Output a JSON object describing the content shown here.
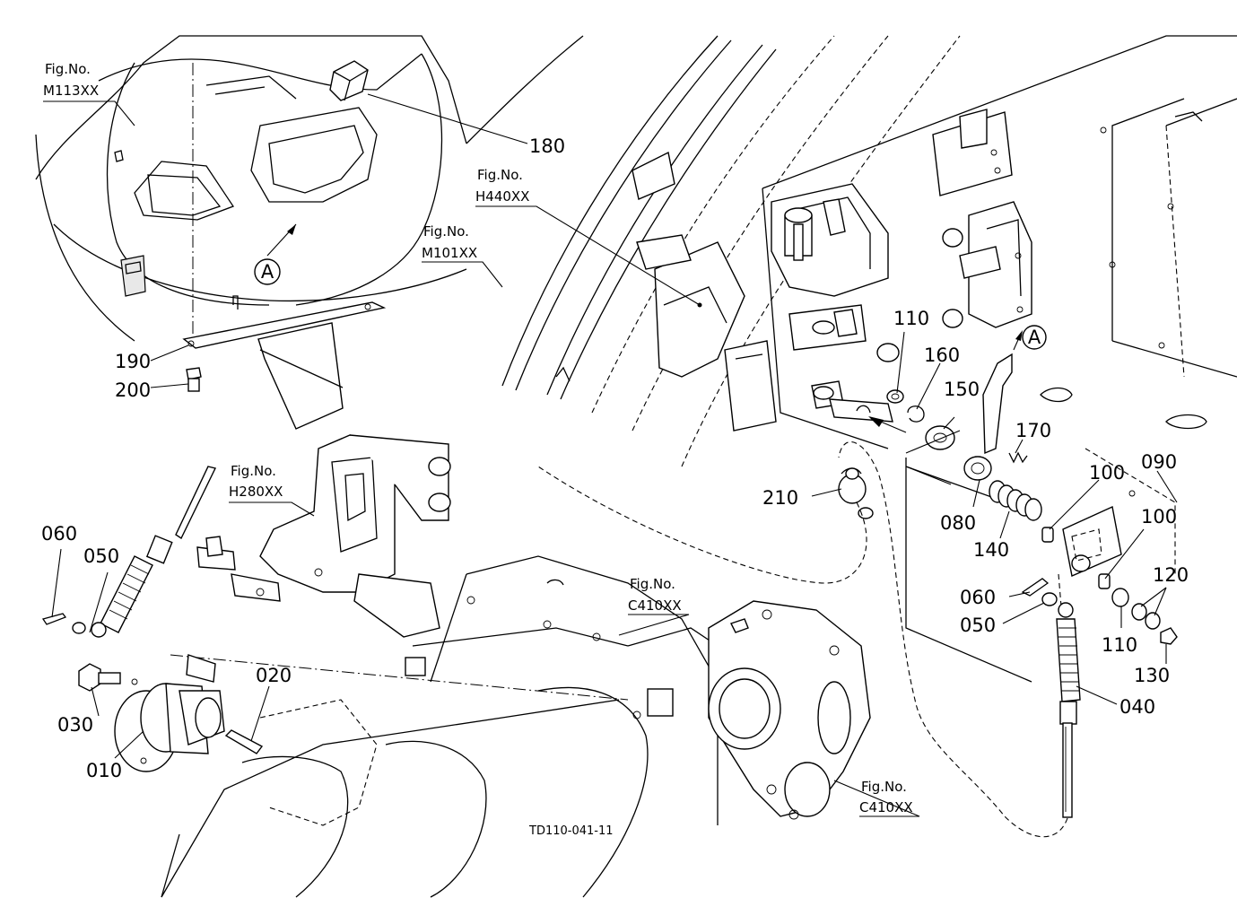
{
  "drawing_code": "TD110-041-11",
  "fig_refs": {
    "m113": {
      "label": "Fig.No.",
      "code": "M113XX"
    },
    "h440": {
      "label": "Fig.No.",
      "code": "H440XX"
    },
    "m101": {
      "label": "Fig.No.",
      "code": "M101XX"
    },
    "h280": {
      "label": "Fig.No.",
      "code": "H280XX"
    },
    "c410a": {
      "label": "Fig.No.",
      "code": "C410XX"
    },
    "c410b": {
      "label": "Fig.No.",
      "code": "C410XX"
    }
  },
  "view_markers": {
    "a_top": "A",
    "a_right": "A"
  },
  "callouts": {
    "p010": "010",
    "p020": "020",
    "p030": "030",
    "p040": "040",
    "p050_left": "050",
    "p050_right": "050",
    "p060_left": "060",
    "p060_right": "060",
    "p080": "080",
    "p090": "090",
    "p100_a": "100",
    "p100_b": "100",
    "p110_a": "110",
    "p110_b": "110",
    "p120": "120",
    "p130": "130",
    "p140": "140",
    "p150": "150",
    "p160": "160",
    "p170": "170",
    "p180": "180",
    "p190": "190",
    "p200": "200",
    "p210": "210"
  }
}
